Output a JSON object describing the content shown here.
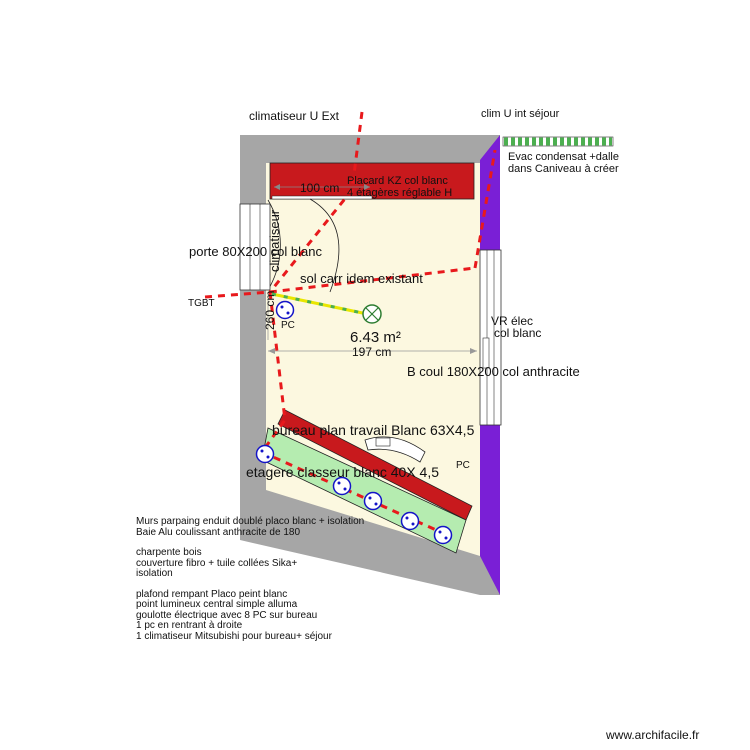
{
  "plan": {
    "labels": {
      "clim_ext": "climatiseur U Ext",
      "clim_int": "clim U int séjour",
      "evac_line1": "Evac condensat +dalle",
      "evac_line2": "dans Caniveau à créer",
      "placard_line1": "Placard KZ col blanc",
      "placard_line2": "4 étagères réglable H",
      "width_top": "100 cm",
      "climatiseur_vertical": "climatiseur",
      "porte": "porte 80X200 col blanc",
      "sol": "sol carr idem existant",
      "tgbt": "TGBT",
      "height_dim": "260 cm",
      "pc_left": "PC",
      "area": "6.43 m²",
      "width_mid": "197 cm",
      "vr_line1": "VR élec",
      "vr_line2": "col blanc",
      "baie": "B coul 180X200 col anthracite",
      "bureau": "bureau plan travail Blanc 63X4,5",
      "pc_right": "PC",
      "etagere": "etagere classeur blanc 40X 4,5"
    },
    "colors": {
      "wall": "#a6a6a6",
      "floor": "#fcf8e0",
      "placard": "#c8191d",
      "purple_wall": "#7a1fd6",
      "shelf": "#b5ecb0",
      "cable_red": "#e8191c",
      "cable_yellow": "#e9e600",
      "cable_green": "#4caf50",
      "outlet_blue": "#1414c8"
    }
  },
  "notes": [
    "Murs parpaing enduit doublé placo blanc + isolation",
    "Baie Alu coulissant anthracite de 180",
    "",
    "charpente  bois",
    "couverture fibro + tuile collées Sika+",
    "isolation",
    "",
    "plafond rempant Placo peint blanc",
    "point lumineux central simple alluma",
    "goulotte électrique  avec 8 PC sur bureau",
    "1 pc en rentrant à droite",
    "1 climatiseur Mitsubishi pour bureau+ séjour"
  ],
  "credit": "www.archifacile.fr"
}
